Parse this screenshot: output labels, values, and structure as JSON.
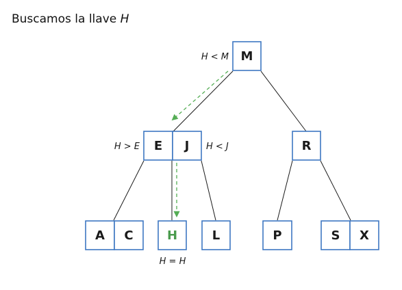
{
  "heading": {
    "prefix": "Buscamos la llave",
    "key": "H"
  },
  "colors": {
    "node_border": "#3d77c2",
    "found_key": "#4a9b4d",
    "search_path": "#55ad55",
    "edges": "#1a1a1a"
  },
  "tree": {
    "root": {
      "keys": [
        "M"
      ]
    },
    "level1": {
      "left": {
        "keys": [
          "E",
          "J"
        ]
      },
      "right": {
        "keys": [
          "R"
        ]
      }
    },
    "leaves": [
      {
        "keys": [
          "A",
          "C"
        ]
      },
      {
        "keys": [
          "H"
        ],
        "highlight": true
      },
      {
        "keys": [
          "L"
        ]
      },
      {
        "keys": [
          "P"
        ]
      },
      {
        "keys": [
          "S",
          "X"
        ]
      }
    ]
  },
  "comparisons": {
    "h_lt_m": "H < M",
    "h_gt_e": "H > E",
    "h_lt_j": "H < J",
    "h_eq_h": "H = H"
  }
}
